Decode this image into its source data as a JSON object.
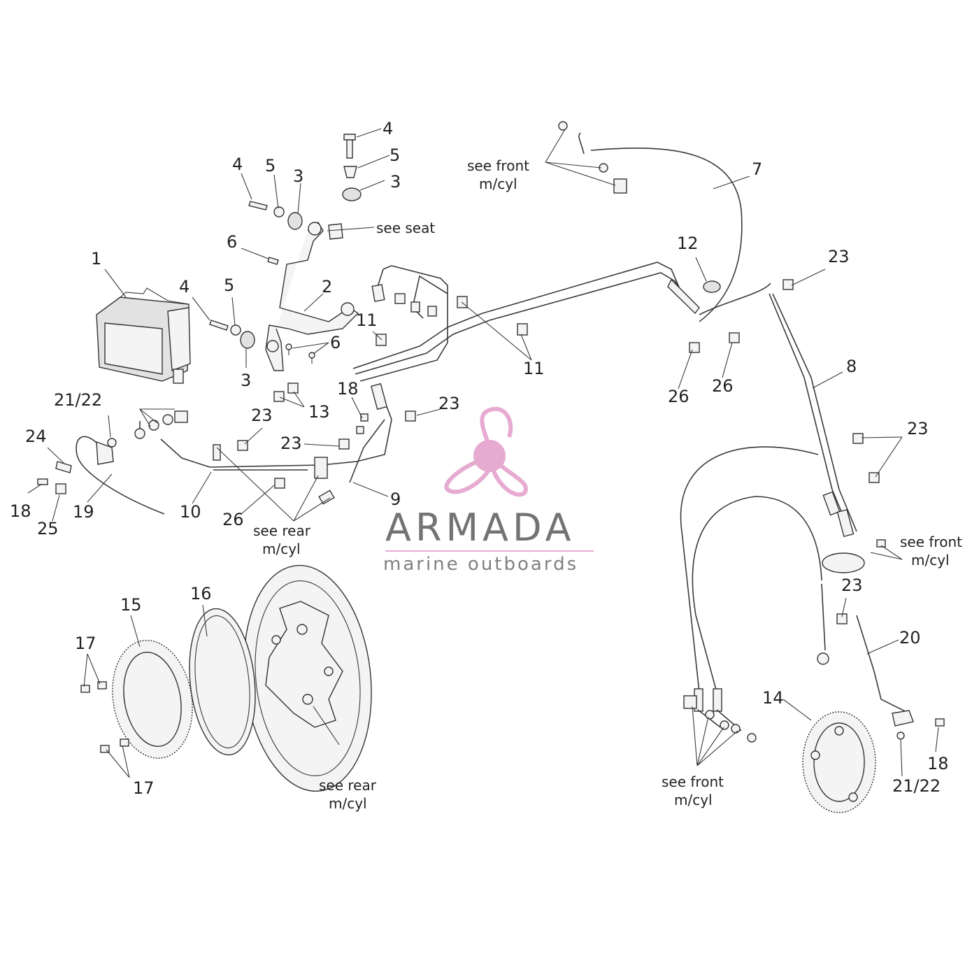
{
  "labels": {
    "l1": "1",
    "l2": "2",
    "l3a": "3",
    "l3b": "3",
    "l3c": "3",
    "l4a": "4",
    "l4b": "4",
    "l4c": "4",
    "l5a": "5",
    "l5b": "5",
    "l5c": "5",
    "l6a": "6",
    "l6b": "6",
    "l7": "7",
    "l8": "8",
    "l9": "9",
    "l10": "10",
    "l11a": "11",
    "l11b": "11",
    "l12": "12",
    "l13": "13",
    "l14": "14",
    "l15": "15",
    "l16": "16",
    "l17a": "17",
    "l17b": "17",
    "l18a": "18",
    "l18b": "18",
    "l18c": "18",
    "l19": "19",
    "l20": "20",
    "l2122a": "21/22",
    "l2122b": "21/22",
    "l23a": "23",
    "l23b": "23",
    "l23c": "23",
    "l23d": "23",
    "l23e": "23",
    "l23f": "23",
    "l24": "24",
    "l25": "25",
    "l26a": "26",
    "l26b": "26",
    "l26c": "26"
  },
  "notes": {
    "see_front_1a": "see front",
    "see_front_1b": "m/cyl",
    "see_seat": "see seat",
    "see_rear_1a": "see rear",
    "see_rear_1b": "m/cyl",
    "see_front_2a": "see front",
    "see_front_2b": "m/cyl",
    "see_rear_2a": "see rear",
    "see_rear_2b": "m/cyl",
    "see_front_3a": "see front",
    "see_front_3b": "m/cyl"
  },
  "watermark": {
    "brand": "ARMADA",
    "tagline": "marine outboards",
    "accent_color": "#e6a6cf",
    "rule_color": "#e6a6cf",
    "text_color": "#6c6c6c"
  }
}
